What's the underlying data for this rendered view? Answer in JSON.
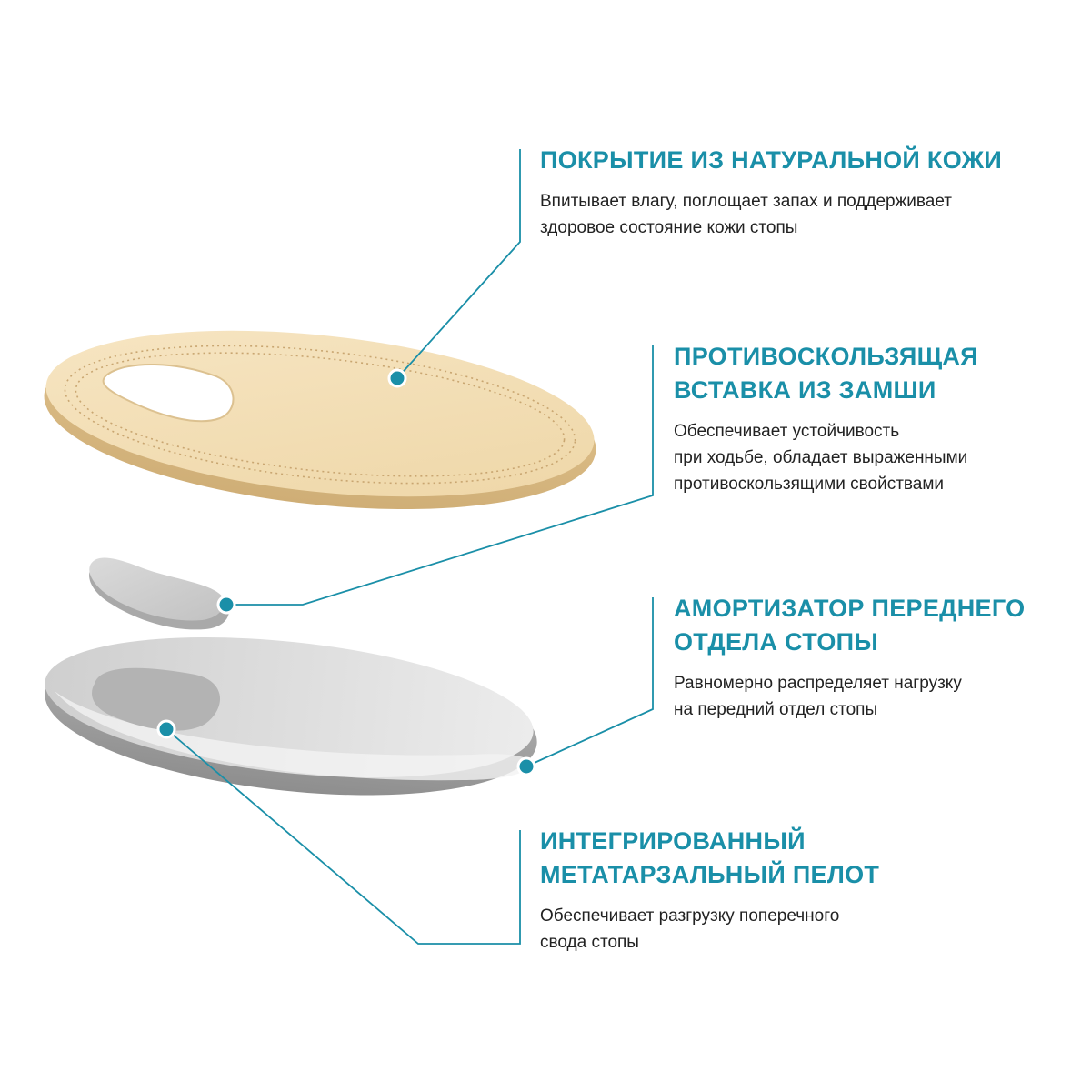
{
  "colors": {
    "accent": "#1a8fa8",
    "leather": "#f2deb6",
    "suede": "#c9c9c9",
    "base": "#d9d9d9"
  },
  "callouts": [
    {
      "id": "natural-leather-cover",
      "title_lines": [
        "ПОКРЫТИЕ ИЗ НАТУРАЛЬНОЙ КОЖИ"
      ],
      "desc_lines": [
        "Впитывает влагу, поглощает запах и поддерживает",
        "здоровое состояние кожи стопы"
      ]
    },
    {
      "id": "suede-anti-slip-insert",
      "title_lines": [
        "ПРОТИВОСКОЛЬЗЯЩАЯ",
        "ВСТАВКА ИЗ ЗАМШИ"
      ],
      "desc_lines": [
        "Обеспечивает устойчивость",
        "при ходьбе, обладает выраженными",
        "противоскользящими свойствами"
      ]
    },
    {
      "id": "forefoot-shock-absorber",
      "title_lines": [
        "АМОРТИЗАТОР ПЕРЕДНЕГО",
        "ОТДЕЛА СТОПЫ"
      ],
      "desc_lines": [
        "Равномерно распределяет нагрузку",
        "на передний отдел стопы"
      ]
    },
    {
      "id": "metatarsal-pad",
      "title_lines": [
        "ИНТЕГРИРОВАННЫЙ",
        "МЕТАТАРЗАЛЬНЫЙ ПЕЛОТ"
      ],
      "desc_lines": [
        "Обеспечивает разгрузку поперечного",
        "свода стопы"
      ]
    }
  ]
}
